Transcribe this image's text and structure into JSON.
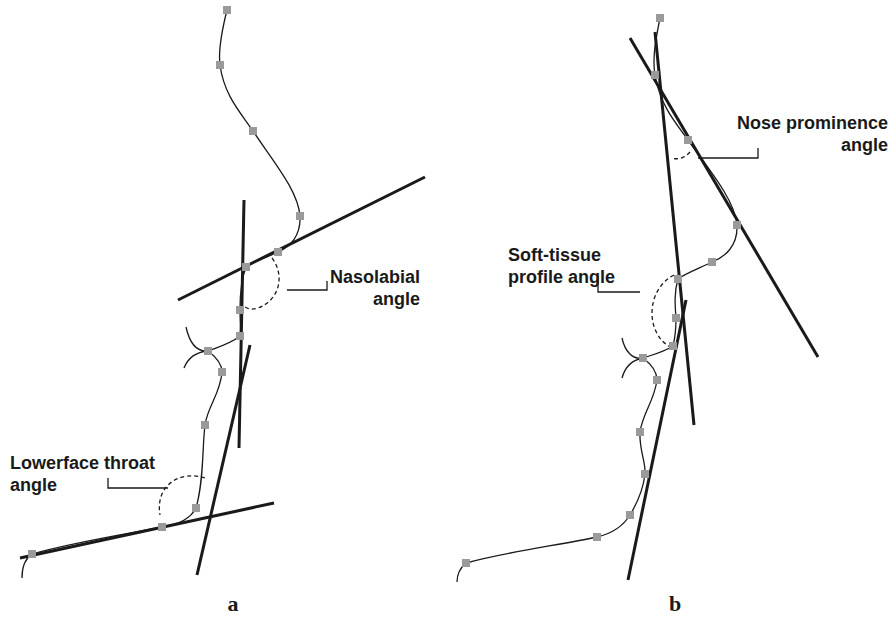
{
  "diagram": {
    "labels": [
      "Nasolabial angle",
      "Lowerface throat angle",
      "Nose prominence angle",
      "Soft-tissue profile angle",
      "a",
      "b"
    ]
  }
}
